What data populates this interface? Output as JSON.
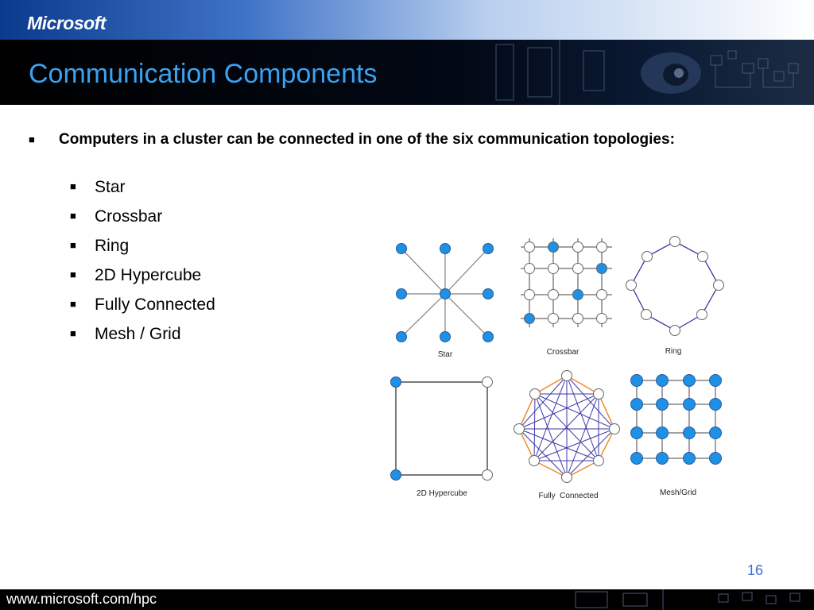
{
  "header": {
    "logo": "Microsoft",
    "title": "Communication Components"
  },
  "body": {
    "main_bullet": "Computers in a cluster can be connected in one of the six communication topologies:",
    "topologies": [
      "Star",
      "Crossbar",
      "Ring",
      "2D Hypercube",
      "Fully Connected",
      "Mesh / Grid"
    ]
  },
  "diagram": {
    "labels": {
      "star": "Star",
      "crossbar": "Crossbar",
      "ring": "Ring",
      "hypercube": "2D Hypercube",
      "fully_connected": "Fully  Connected",
      "mesh": "Mesh/Grid"
    },
    "colors": {
      "node_fill": "#1e90e6",
      "node_open": "#ffffff",
      "edge_blue": "#3a3aa8",
      "edge_orange": "#f08a2a"
    }
  },
  "footer": {
    "url": "www.microsoft.com/hpc",
    "page_number": "16"
  }
}
